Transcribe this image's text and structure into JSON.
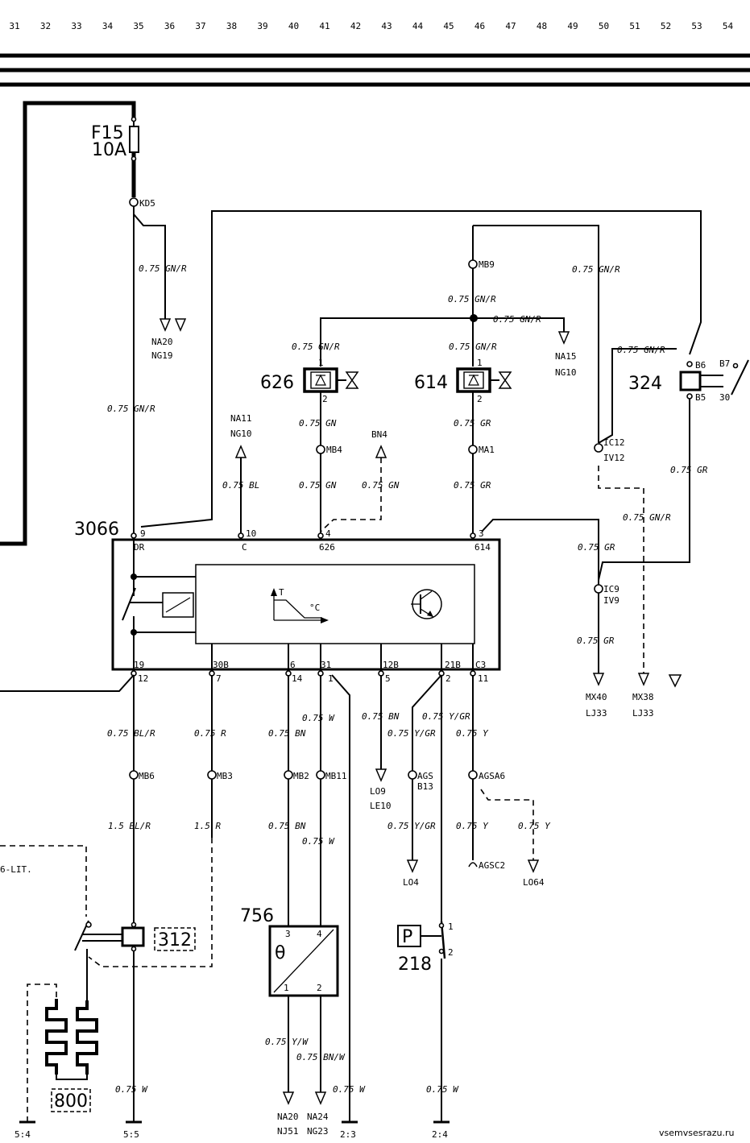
{
  "columns": [
    "31",
    "32",
    "33",
    "34",
    "35",
    "36",
    "37",
    "38",
    "39",
    "40",
    "41",
    "42",
    "43",
    "44",
    "45",
    "46",
    "47",
    "48",
    "49",
    "50",
    "51",
    "52",
    "53",
    "54"
  ],
  "components": {
    "fuse": {
      "id": "F15",
      "rating": "10A"
    },
    "module": "3066",
    "valve_626": "626",
    "valve_614": "614",
    "relay_324": "324",
    "relay_312": "312",
    "sensor_756": "756",
    "switch_218": "218",
    "heater_800": "800",
    "switch_218_symbol": "P",
    "sensor_756_symbol": "θ",
    "module_temp_T": "T",
    "module_temp_unit": "°C"
  },
  "pins": {
    "dr": "DR",
    "c": "C",
    "p626": "626",
    "p614": "614",
    "n9": "9",
    "n10": "10",
    "n4": "4",
    "n3": "3",
    "n19": "19",
    "n30b": "30B",
    "n6": "6",
    "n31": "31",
    "n12b": "12B",
    "n21b": "21B",
    "nc3": "C3",
    "n12": "12",
    "n7": "7",
    "n14": "14",
    "n1": "1",
    "n5": "5",
    "n2": "2",
    "n11": "11",
    "v1": "1",
    "v2": "2",
    "b6": "B6",
    "b5": "B5",
    "b7": "B7",
    "p30": "30",
    "s3": "3",
    "s4": "4",
    "s1": "1",
    "s2": "2",
    "sw1": "1",
    "sw2": "2"
  },
  "connectors": {
    "kd5": "KD5",
    "mb9": "MB9",
    "mb4": "MB4",
    "ma1": "MA1",
    "ic12": "IC12",
    "iv12": "IV12",
    "ic9": "IC9",
    "iv9": "IV9",
    "mb6": "MB6",
    "mb3": "MB3",
    "mb2": "MB2",
    "mb11": "MB11",
    "ags": "AGS",
    "b13": "B13",
    "agsa6": "AGSA6",
    "agsc2": "AGSC2"
  },
  "wires": {
    "w_kd5_branch": "0.75 GN/R",
    "w_main_left": "0.75 GN/R",
    "w_mb9": "0.75 GN/R",
    "w_top_right": "0.75 GN/R",
    "w_bus_right": "0.75 GN/R",
    "w_626_top": "0.75 GN/R",
    "w_614_top": "0.75 GN/R",
    "w_324": "0.75 GN/R",
    "w_626_bot": "0.75 GN",
    "w_614_bot": "0.75 GR",
    "w_c_bl": "0.75 BL",
    "w_626_gn": "0.75 GN",
    "w_bn4_gn": "0.75 GN",
    "w_614_gr": "0.75 GR",
    "w_b5_gr": "0.75 GR",
    "w_ic_gnr": "0.75 GN/R",
    "w_3_gr": "0.75 GR",
    "w_ic9_gr": "0.75 GR",
    "w_12_blr": "0.75 BL/R",
    "w_7_r": "0.75 R",
    "w_14_bn": "0.75 BN",
    "w_1_w": "0.75 W",
    "w_5_bn": "0.75 BN",
    "w_2_ygr": "0.75 Y/GR",
    "w_ygr2": "0.75 Y/GR",
    "w_11_y": "0.75 Y",
    "w_mb6_blr": "1.5 BL/R",
    "w_mb3_r": "1.5 R",
    "w_mb2_bn": "0.75 BN",
    "w_mb11_w": "0.75 W",
    "w_ags_ygr": "0.75 Y/GR",
    "w_agsa6_y": "0.75 Y",
    "w_lo64_y": "0.75 Y",
    "w_756_yw": "0.75 Y/W",
    "w_756_bnw": "0.75 BN/W",
    "w_bot_w1": "0.75 W",
    "w_bot_w2": "0.75 W",
    "w_bot_w3": "0.75 W"
  },
  "destinations": {
    "na20_ng19": [
      "NA20",
      "NG19"
    ],
    "na11_ng10": [
      "NA11",
      "NG10"
    ],
    "bn4": "BN4",
    "na15_ng10": [
      "NA15",
      "NG10"
    ],
    "mx40_lj33": [
      "MX40",
      "LJ33"
    ],
    "mx38_lj33": [
      "MX38",
      "LJ33"
    ],
    "lo9_le10": [
      "LO9",
      "LE10"
    ],
    "lo4": "LO4",
    "lo64": "LO64",
    "na20_nj51": [
      "NA20",
      "NJ51"
    ],
    "na24_ng23": [
      "NA24",
      "NG23"
    ]
  },
  "grounds": {
    "g54": "5:4",
    "g55": "5:5",
    "g23": "2:3",
    "g24": "2:4"
  },
  "left_ref": "6-LIT.",
  "watermark": "vsemvsesrazu.ru"
}
